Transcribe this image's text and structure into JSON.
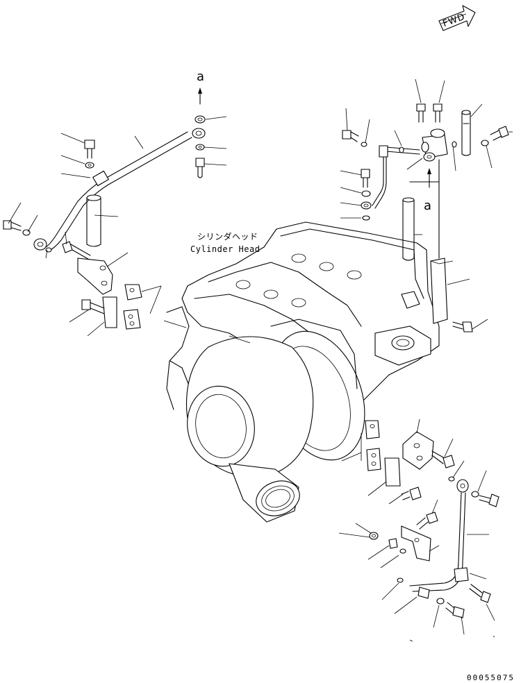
{
  "caption_jp": "シリンダヘッド",
  "caption_en": "Cylinder Head",
  "ref_letter_top": "a",
  "ref_letter_mid": "a",
  "fwd_label": "FWD",
  "doc_number": "00055075"
}
